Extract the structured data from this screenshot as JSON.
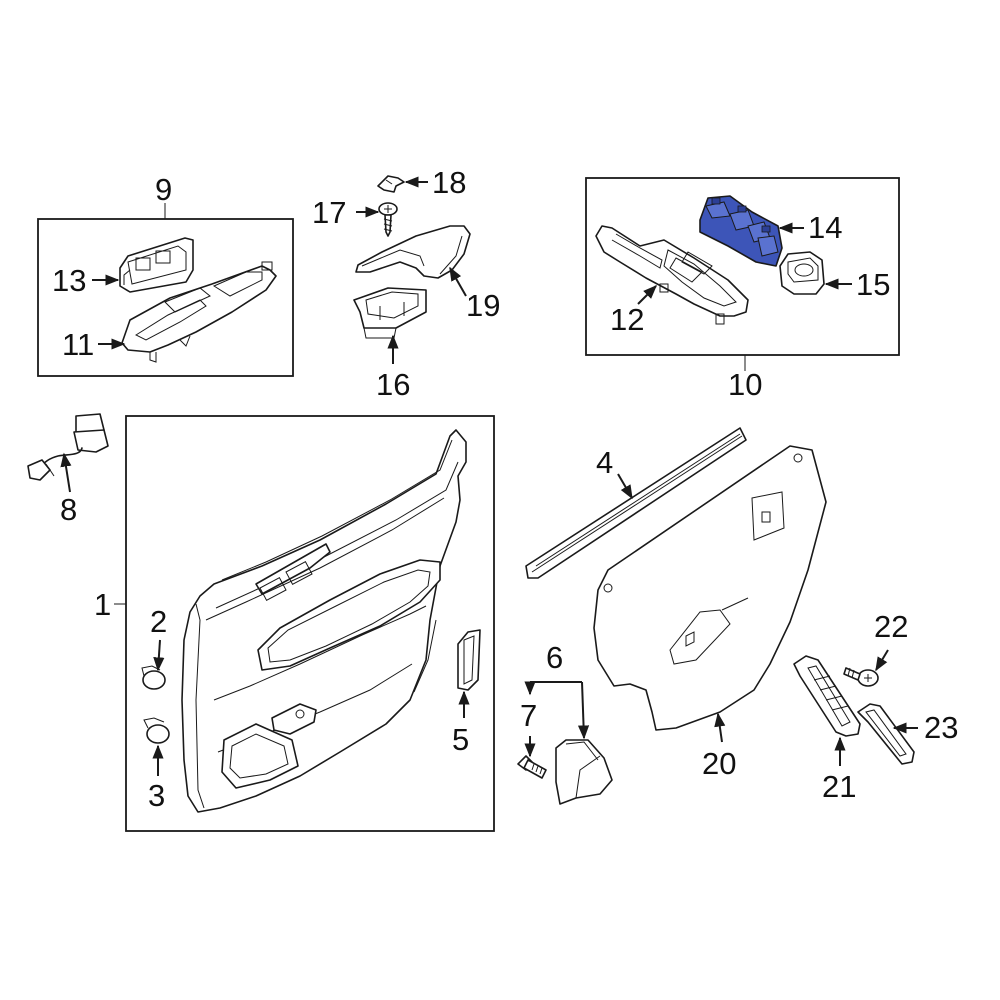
{
  "labels": {
    "l1": "1",
    "l2": "2",
    "l3": "3",
    "l4": "4",
    "l5": "5",
    "l6": "6",
    "l7": "7",
    "l8": "8",
    "l9": "9",
    "l10": "10",
    "l11": "11",
    "l12": "12",
    "l13": "13",
    "l14": "14",
    "l15": "15",
    "l16": "16",
    "l17": "17",
    "l18": "18",
    "l19": "19",
    "l20": "20",
    "l21": "21",
    "l22": "22",
    "l23": "23"
  },
  "colors": {
    "highlight": "#3d55b8",
    "line": "#1a1a1a",
    "background": "#ffffff"
  }
}
